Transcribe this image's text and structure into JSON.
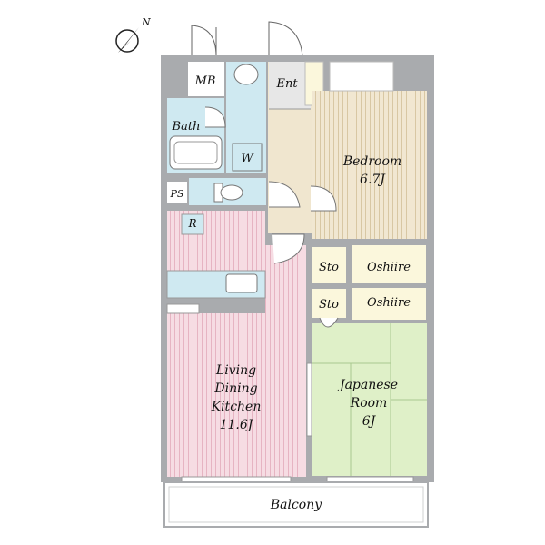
{
  "compass": {
    "letter": "N",
    "icon": "north-arrow-icon"
  },
  "rooms": {
    "mb": "MB",
    "ent": "Ent",
    "bath": "Bath",
    "w": "W",
    "ps": "PS",
    "r": "R",
    "bedroom": {
      "name": "Bedroom",
      "size": "6.7J"
    },
    "sto1": "Sto",
    "oshiire1": "Oshiire",
    "sto2": "Sto",
    "oshiire2": "Oshiire",
    "ldk": {
      "line1": "Living",
      "line2": "Dining",
      "line3": "Kitchen",
      "size": "11.6J"
    },
    "japanese": {
      "line1": "Japanese",
      "line2": "Room",
      "size": "6J"
    },
    "balcony": "Balcony"
  },
  "colors": {
    "wall": "#a9abae",
    "wet": "#cfe9f1",
    "entrance": "#f0e6cf",
    "bedroom": "#f1e7d1",
    "storage": "#fbf7dc",
    "ldk": "#f6dce3",
    "tatami": "#dff0c8"
  }
}
